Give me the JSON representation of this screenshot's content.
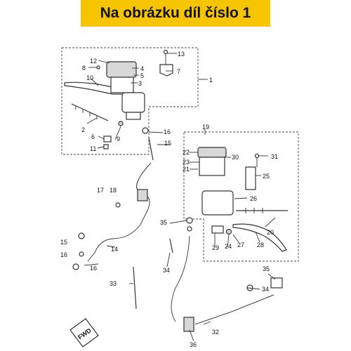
{
  "banner": {
    "title": "Na obrázku díl číslo 1",
    "color": "#f7c400"
  },
  "diagram": {
    "direction_label": "FWD",
    "callouts": [
      "1",
      "2",
      "3",
      "4",
      "5",
      "6",
      "7",
      "8",
      "9",
      "10",
      "11",
      "12",
      "13",
      "14",
      "15",
      "16",
      "17",
      "18",
      "19",
      "20",
      "21",
      "22",
      "23",
      "24",
      "25",
      "26",
      "27",
      "28",
      "29",
      "30",
      "31",
      "32",
      "33",
      "34",
      "35",
      "36"
    ]
  }
}
